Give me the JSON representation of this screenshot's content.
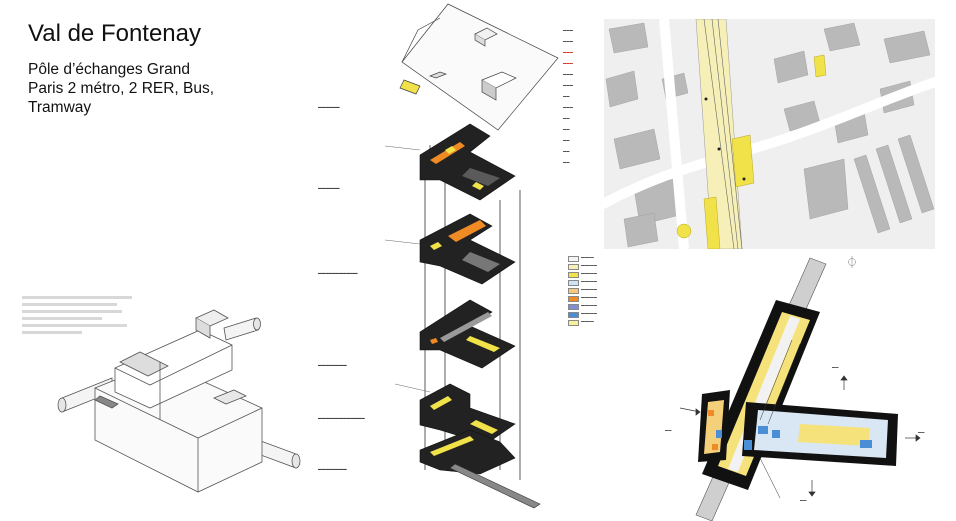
{
  "slide": {
    "title": "Val de Fontenay",
    "subtitle_lines": [
      "Pôle d’échanges Grand",
      "Paris  2 métro, 2 RER, Bus,",
      "Tramway"
    ]
  },
  "colors": {
    "background": "#ffffff",
    "building_dark": "#222222",
    "highlight_yellow": "#f2e24a",
    "highlight_orange": "#f08a24",
    "map_base": "#efefef",
    "map_building": "#b9b9b9",
    "plan_blue": "#4a8fd6"
  },
  "icons": [
    "compass-north-icon"
  ]
}
